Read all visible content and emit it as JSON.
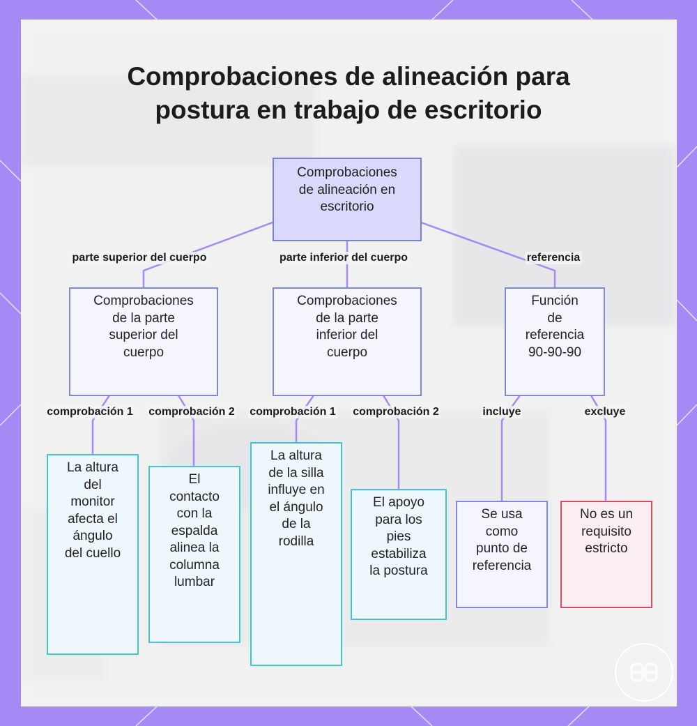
{
  "title": {
    "line1": "Comprobaciones de alineación para",
    "line2": "postura en trabajo de escritorio"
  },
  "nodes": {
    "root": [
      "Comprobaciones",
      "de alineación en",
      "escritorio"
    ],
    "upper": [
      "Comprobaciones",
      "de la parte",
      "superior del",
      "cuerpo"
    ],
    "lower": [
      "Comprobaciones",
      "de la parte",
      "inferior del",
      "cuerpo"
    ],
    "ref": [
      "Función",
      "de",
      "referencia",
      "90-90-90"
    ],
    "monitor": [
      "La altura",
      "del",
      "monitor",
      "afecta el",
      "ángulo",
      "del cuello"
    ],
    "contact": [
      "El",
      "contacto",
      "con la",
      "espalda",
      "alinea la",
      "columna",
      "lumbar"
    ],
    "chair": [
      "La altura",
      "de la silla",
      "influye en",
      "el ángulo",
      "de la",
      "rodilla"
    ],
    "feet": [
      "El apoyo",
      "para los",
      "pies",
      "estabiliza",
      "la postura"
    ],
    "used": [
      "Se usa",
      "como",
      "punto de",
      "referencia"
    ],
    "notstrict": [
      "No es un",
      "requisito",
      "estricto"
    ]
  },
  "edge_labels": {
    "upper": "parte superior del cuerpo",
    "lower": "parte inferior del cuerpo",
    "ref": "referencia",
    "upper_check1": "comprobación 1",
    "upper_check2": "comprobación 2",
    "lower_check1": "comprobación 1",
    "lower_check2": "comprobación 2",
    "includes": "incluye",
    "excludes": "excluye"
  },
  "colors": {
    "frame": "#a58af5",
    "edge": "#a58af5",
    "node_border": "#8088d8",
    "leaf_border": "#45c2d4",
    "negative_border": "#d94a5c",
    "root_fill": "#dad9fb"
  },
  "icons": {
    "logo": "brand-logo-icon"
  }
}
